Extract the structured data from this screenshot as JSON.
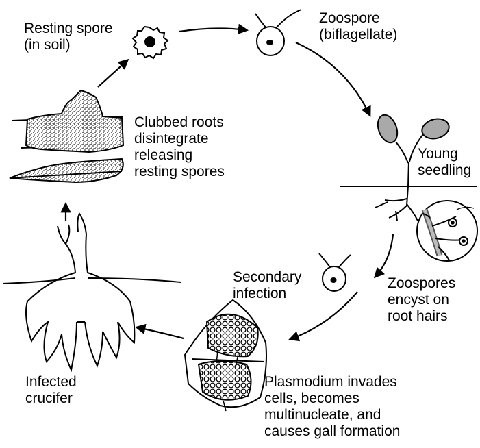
{
  "colors": {
    "ink": "#000000",
    "cotyledon": "#a9a9a9",
    "background": "#ffffff"
  },
  "labels": {
    "resting_spore": [
      "Resting spore",
      "(in soil)"
    ],
    "zoospore": [
      "Zoospore",
      "(biflagellate)"
    ],
    "young_seedling": [
      "Young",
      "seedling"
    ],
    "zoospores_encyst": [
      "Zoospores",
      "encyst on",
      "root hairs"
    ],
    "plasmodium": [
      "Plasmodium invades",
      "cells, becomes",
      "multinucleate, and",
      "causes gall formation"
    ],
    "secondary_infection": [
      "Secondary",
      "infection"
    ],
    "infected_crucifer": [
      "Infected",
      "crucifer"
    ],
    "clubbed_roots": [
      "Clubbed roots",
      "disintegrate",
      "releasing",
      "resting spores"
    ]
  }
}
